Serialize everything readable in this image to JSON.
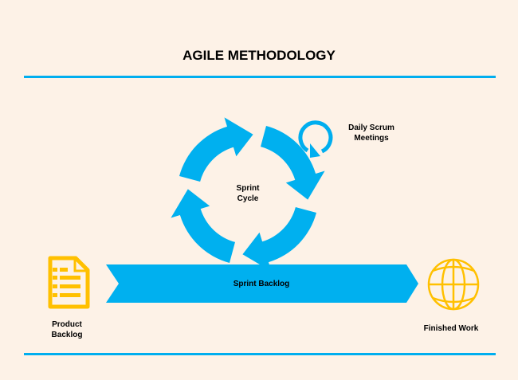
{
  "title": "AGILE METHODOLOGY",
  "cycle_label_1": "Sprint",
  "cycle_label_2": "Cycle",
  "scrum_label_1": "Daily Scrum",
  "scrum_label_2": "Meetings",
  "backlog_bar_label": "Sprint Backlog",
  "product_label_1": "Product",
  "product_label_2": "Backlog",
  "finished_label": "Finished Work",
  "icons": {
    "product": "document-list-icon",
    "finished": "globe-icon",
    "scrum": "circular-arrow-icon"
  },
  "colors": {
    "accent": "#00aeef",
    "icon": "#ffc000",
    "background": "#fdf2e7"
  }
}
